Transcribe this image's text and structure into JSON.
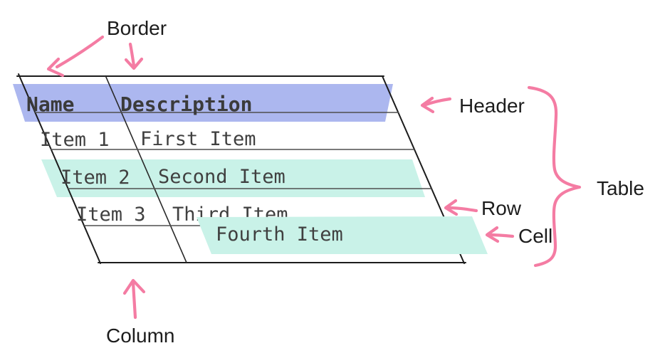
{
  "diagram": {
    "title_meaning": "anatomy of a table",
    "labels": {
      "border": "Border",
      "header": "Header",
      "row": "Row",
      "cell": "Cell",
      "table": "Table",
      "column": "Column"
    },
    "table": {
      "columns": [
        "Name",
        "Description"
      ],
      "rows": [
        [
          "Item 1",
          "First Item"
        ],
        [
          "Item 2",
          "Second Item"
        ],
        [
          "Item 3",
          "Third Item"
        ],
        [
          "",
          "Fourth Item"
        ]
      ]
    },
    "colors": {
      "header_highlight": "#ACB7EF",
      "row_highlight": "#C9F2E8",
      "cell_highlight": "#C9F2E8",
      "annotation_pink": "#F47CA3",
      "table_border": "#1c1c1c",
      "grid_line": "#4f4f4f",
      "text": "#3b3b3b"
    }
  }
}
